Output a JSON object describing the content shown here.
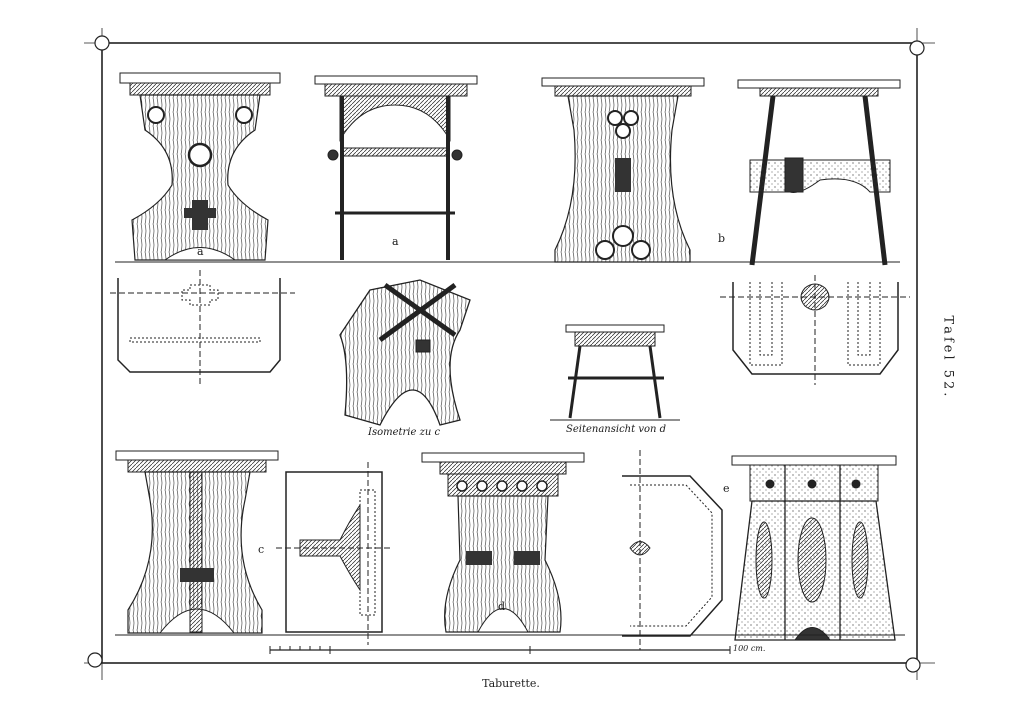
{
  "plate": {
    "caption": "Taburette.",
    "plate_number": "Tafel 52.",
    "scale_label": "100 cm."
  },
  "figures": {
    "a1": "a",
    "a2": "a",
    "b": "b",
    "c": "c",
    "d": "d",
    "e": "e",
    "isometry_caption": "Isometrie zu c",
    "side_view_caption": "Seitenansicht von d"
  }
}
